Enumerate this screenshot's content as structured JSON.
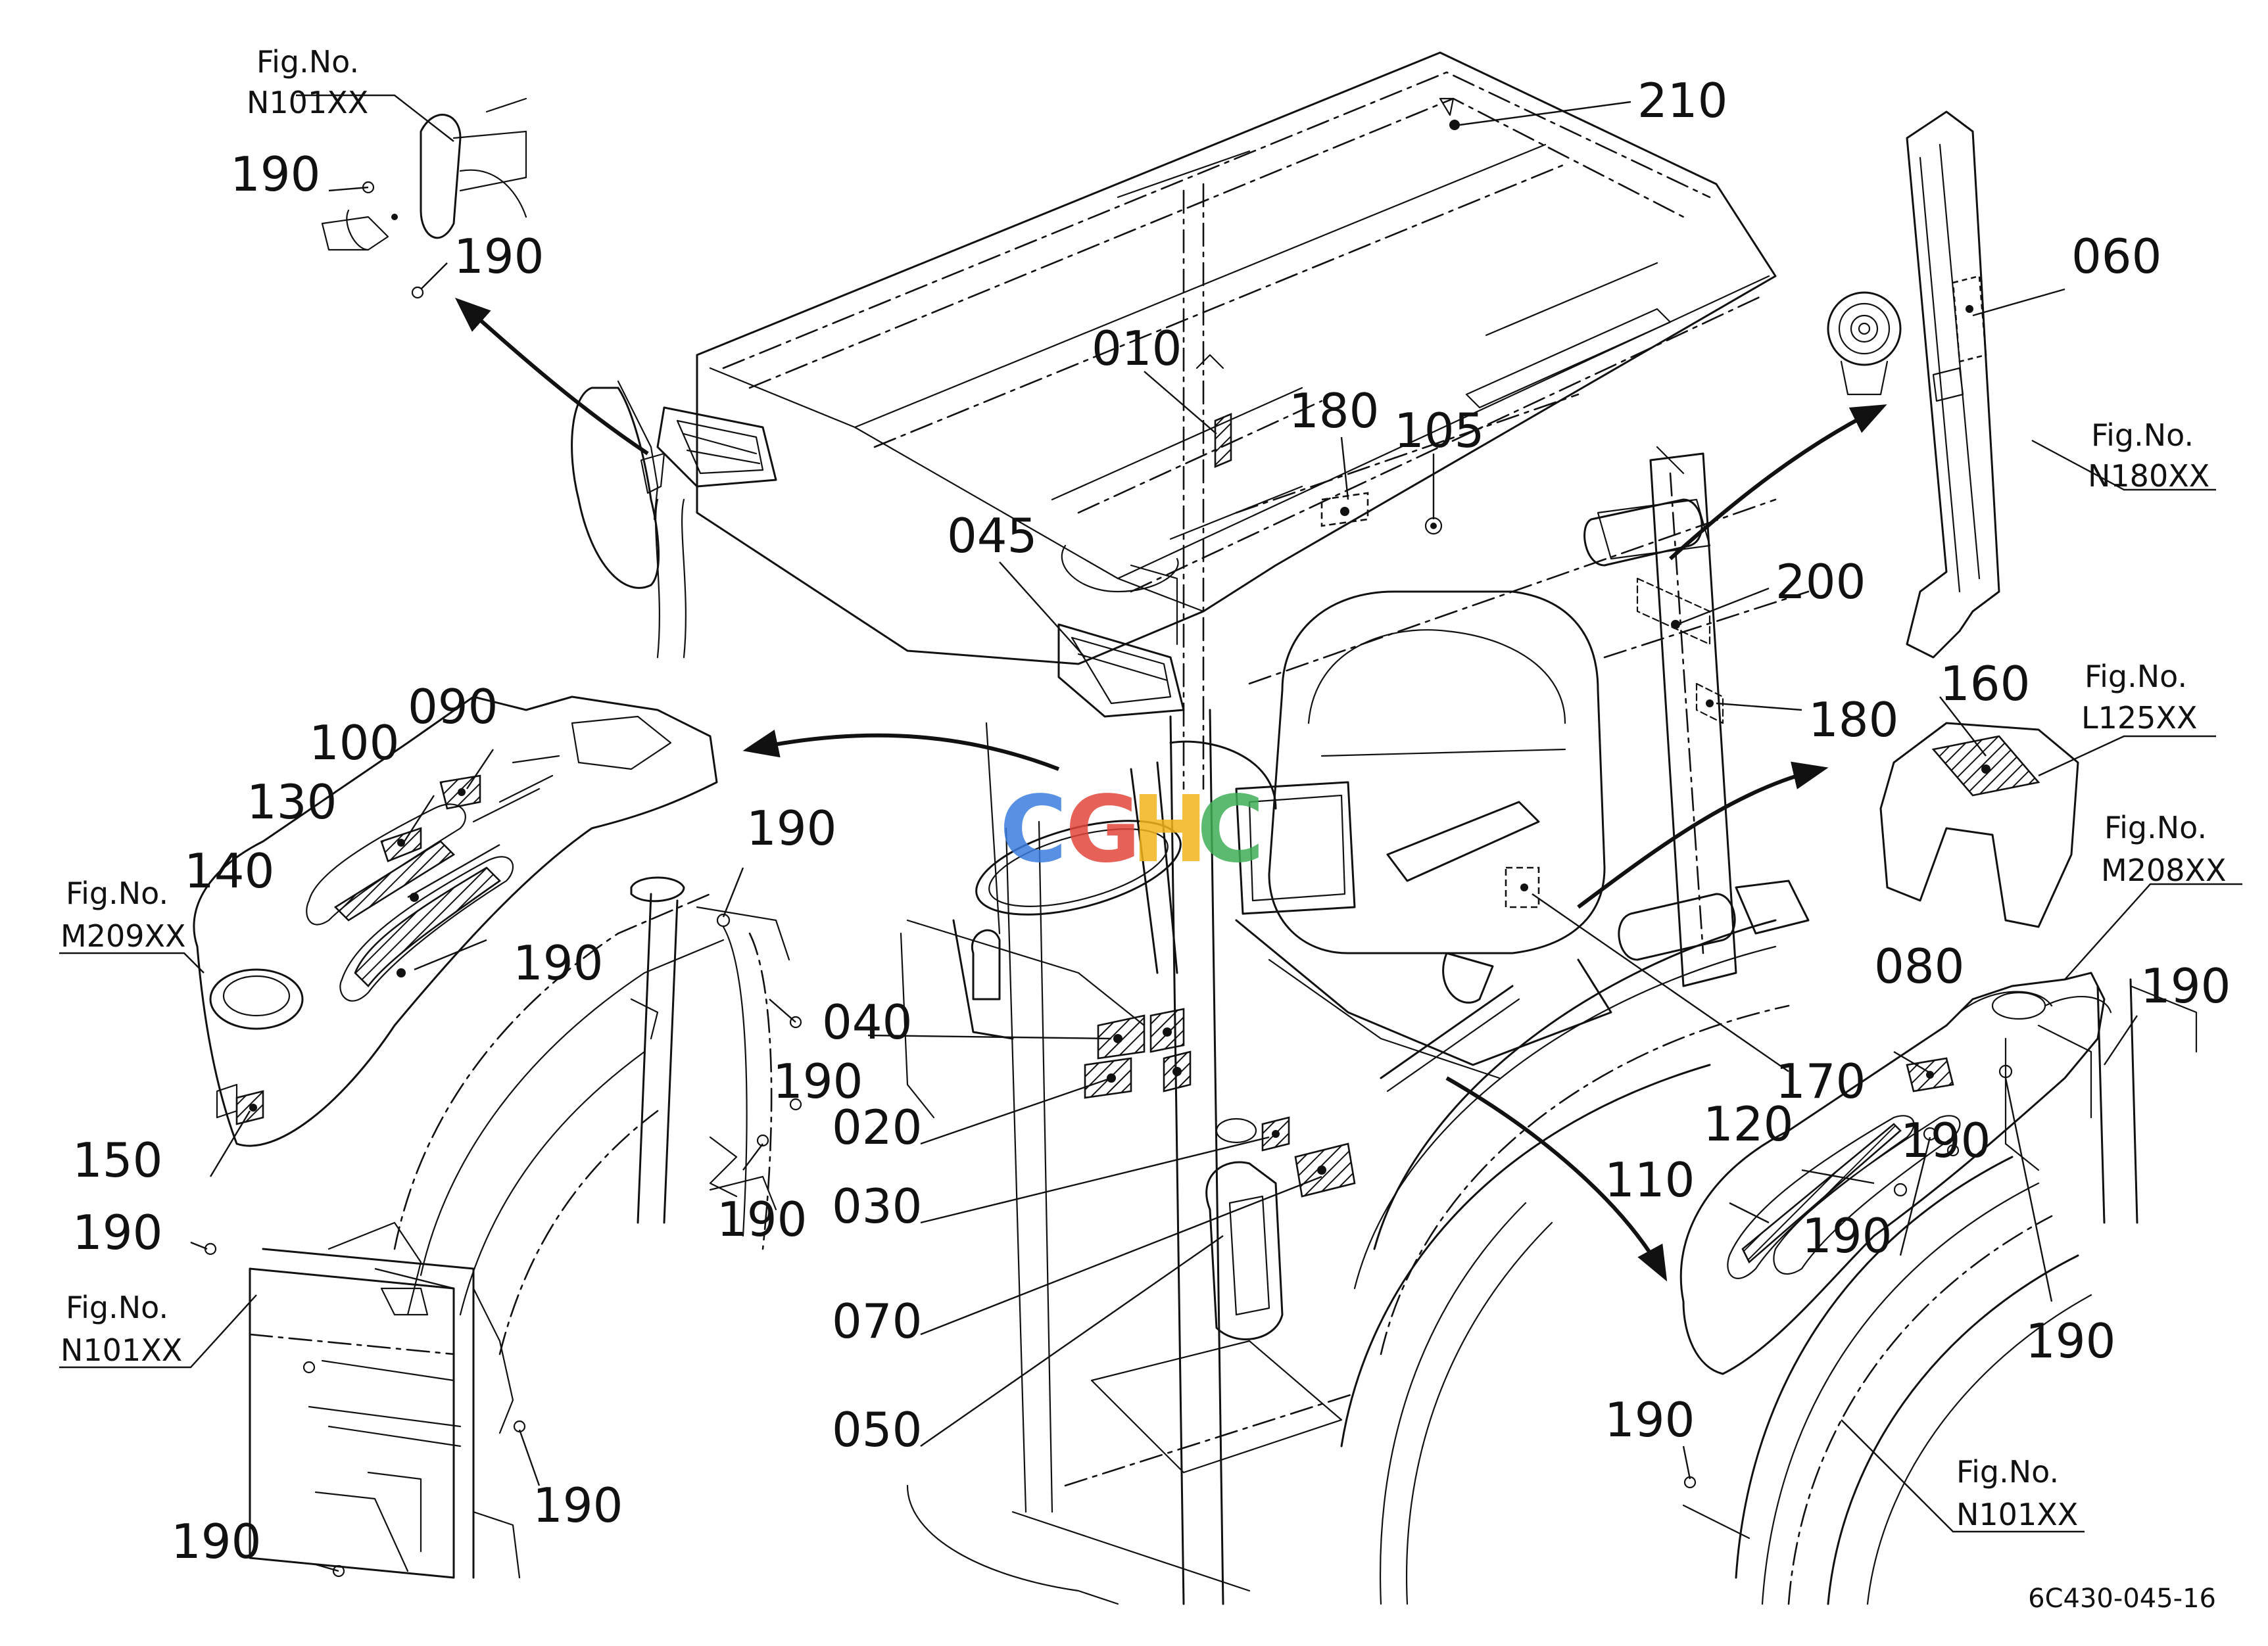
{
  "drawing_code": "6C430-045-16",
  "watermark": {
    "text": "CGHC",
    "colors": [
      "#3b7de0",
      "#e2473b",
      "#f2b51c",
      "#3fae56"
    ]
  },
  "parts": {
    "p010": "010",
    "p020": "020",
    "p030": "030",
    "p040": "040",
    "p045": "045",
    "p050": "050",
    "p060": "060",
    "p070": "070",
    "p080": "080",
    "p090": "090",
    "p100": "100",
    "p105": "105",
    "p110": "110",
    "p120": "120",
    "p130": "130",
    "p140": "140",
    "p150": "150",
    "p160": "160",
    "p170": "170",
    "p180": "180",
    "p190": "190",
    "p200": "200",
    "p210": "210"
  },
  "figure_refs": {
    "label": "Fig.No.",
    "n101xx": "N101XX",
    "n180xx": "N180XX",
    "l125xx": "L125XX",
    "m208xx": "M208XX",
    "m209xx": "M209XX"
  }
}
